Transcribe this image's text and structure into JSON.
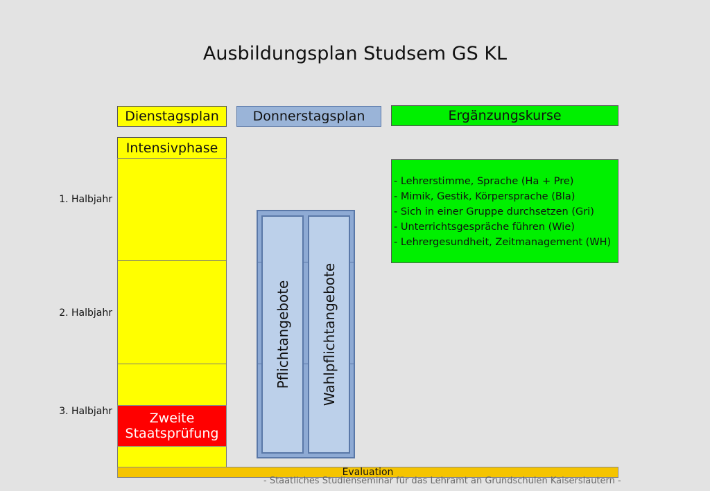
{
  "title": "Ausbildungsplan Studsem GS KL",
  "columns": {
    "dienstag": "Dienstagsplan",
    "donnerstag": "Donnerstagsplan",
    "ergaenzung": "Ergänzungskurse"
  },
  "intensivphase": "Intensivphase",
  "semesters": [
    "1. Halbjahr",
    "2. Halbjahr",
    "3. Halbjahr"
  ],
  "exam": {
    "line1": "Zweite",
    "line2": "Staatsprüfung"
  },
  "angebote": [
    "Pflichtangebote",
    "Wahlpflichtangebote"
  ],
  "courses": [
    "- Lehrerstimme, Sprache (Ha + Pre)",
    "- Mimik, Gestik, Körpersprache (Bla)",
    "- Sich in einer Gruppe durchsetzen (Gri)",
    "- Unterrichtsgespräche führen (Wie)",
    "- Lehrergesundheit, Zeitmanagement (WH)"
  ],
  "evaluation": "Evaluation",
  "footer": "- Staatliches Studienseminar für das Lehramt an Grundschulen Kaiserslautern -",
  "colors": {
    "background": "#e3e3e3",
    "yellow": "#ffff00",
    "blue": "#9ab4d8",
    "green": "#00f000",
    "red": "#ff0000",
    "orange": "#f5c400"
  }
}
